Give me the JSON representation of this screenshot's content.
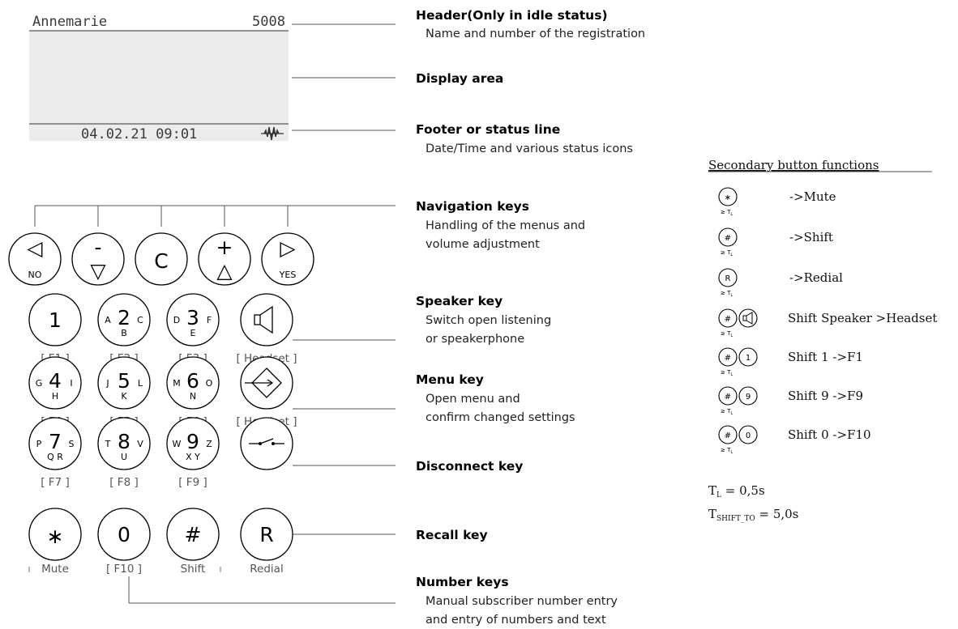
{
  "display": {
    "name": "Annemarie",
    "number": "5008",
    "datetime": "04.02.21 09:01"
  },
  "callouts": {
    "header": {
      "title": "Header(Only in idle status)",
      "desc": [
        "Name and number of the registration"
      ]
    },
    "display_area": {
      "title": "Display area",
      "desc": []
    },
    "footer": {
      "title": "Footer or status line",
      "desc": [
        "Date/Time and  various status icons"
      ]
    },
    "navigation": {
      "title": "Navigation keys",
      "desc": [
        "Handling of the menus and",
        "volume adjustment"
      ]
    },
    "speaker": {
      "title": "Speaker key",
      "desc": [
        "Switch open listening",
        "or speakerphone"
      ]
    },
    "menu": {
      "title": "Menu key",
      "desc": [
        "Open menu and",
        "confirm changed settings"
      ]
    },
    "disconnect": {
      "title": "Disconnect key",
      "desc": []
    },
    "recall": {
      "title": "Recall key",
      "desc": []
    },
    "number": {
      "title": "Number keys",
      "desc": [
        "Manual subscriber number entry",
        "and entry of numbers and text"
      ]
    }
  },
  "nav_keys": [
    {
      "symbol": "◁",
      "label": "NO"
    },
    {
      "symbol": "-",
      "label": "▽"
    },
    {
      "symbol": "C",
      "label": ""
    },
    {
      "symbol": "+",
      "label": "△"
    },
    {
      "symbol": "▷",
      "label": "YES"
    }
  ],
  "number_keys": [
    {
      "digit": "1",
      "left": "",
      "right": "",
      "bottom": "",
      "under": "[ F1 ]"
    },
    {
      "digit": "2",
      "left": "A",
      "right": "C",
      "bottom": "B",
      "under": "[ F2 ]"
    },
    {
      "digit": "3",
      "left": "D",
      "right": "F",
      "bottom": "E",
      "under": "[ F3 ]"
    },
    {
      "digit": "4",
      "left": "G",
      "right": "I",
      "bottom": "H",
      "under": "[ F4 ]"
    },
    {
      "digit": "5",
      "left": "J",
      "right": "L",
      "bottom": "K",
      "under": "[ F5 ]"
    },
    {
      "digit": "6",
      "left": "M",
      "right": "O",
      "bottom": "N",
      "under": "[ F6 ]"
    },
    {
      "digit": "7",
      "left": "P",
      "right": "S",
      "bottom": "Q R",
      "under": "[ F7 ]"
    },
    {
      "digit": "8",
      "left": "T",
      "right": "V",
      "bottom": "U",
      "under": "[ F8 ]"
    },
    {
      "digit": "9",
      "left": "W",
      "right": "Z",
      "bottom": "X Y",
      "under": "[ F9 ]"
    },
    {
      "digit": "∗",
      "left": "",
      "right": "",
      "bottom": "",
      "under": "Mute"
    },
    {
      "digit": "0",
      "left": "",
      "right": "",
      "bottom": "",
      "under": "[ F10 ]"
    },
    {
      "digit": "#",
      "left": "",
      "right": "",
      "bottom": "",
      "under": "Shift"
    }
  ],
  "function_keys": {
    "speaker_under": "[ Headset ]",
    "menu_under": "[ Headset ]",
    "recall_symbol": "R",
    "recall_under": "Redial"
  },
  "secondary": {
    "title": "Secondary button functions",
    "tl_label": "≥ T",
    "tl_sub": "L",
    "rows": [
      {
        "keys": [
          "∗"
        ],
        "text": "->Mute"
      },
      {
        "keys": [
          "#"
        ],
        "text": "->Shift"
      },
      {
        "keys": [
          "R"
        ],
        "text": "->Redial"
      },
      {
        "keys": [
          "#",
          "speaker"
        ],
        "text": "Shift Speaker >Headset"
      },
      {
        "keys": [
          "#",
          "1"
        ],
        "text": "Shift 1 ->F1"
      },
      {
        "keys": [
          "#",
          "9"
        ],
        "text": "Shift 9 ->F9"
      },
      {
        "keys": [
          "#",
          "0"
        ],
        "text": "Shift 0 ->F10"
      }
    ],
    "tl_def": {
      "main": "T",
      "sub": "L",
      "value": " = 0,5s"
    },
    "tshift_def": {
      "main": "T",
      "sub": "SHIFT_TO",
      "value": " = 5,0s"
    }
  }
}
